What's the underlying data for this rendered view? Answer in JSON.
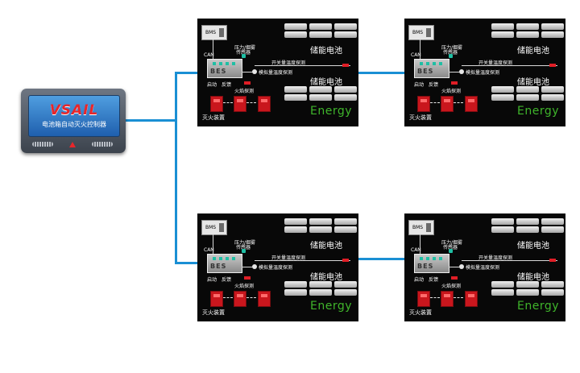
{
  "controller": {
    "logo": "VSAIL",
    "label": "电池箱自动灭火控制器"
  },
  "panel": {
    "bms": "BMS",
    "can": "CAN",
    "pressure_sensor": "压力/烟雾",
    "sensor": "传感器",
    "switch_temp": "开关量温度探测",
    "analog_temp": "模拟量温度探测",
    "bes": "BES",
    "start": "启动",
    "feedback": "反馈",
    "flame": "火焰探测",
    "extinguisher": "灭火装置",
    "storage_top": "储能电池",
    "storage_bottom": "储能电池",
    "energy": "Energy"
  },
  "colors": {
    "wire": "#1a8fd4",
    "energy": "#3fb52b",
    "extinguisher": "#c9161d"
  }
}
